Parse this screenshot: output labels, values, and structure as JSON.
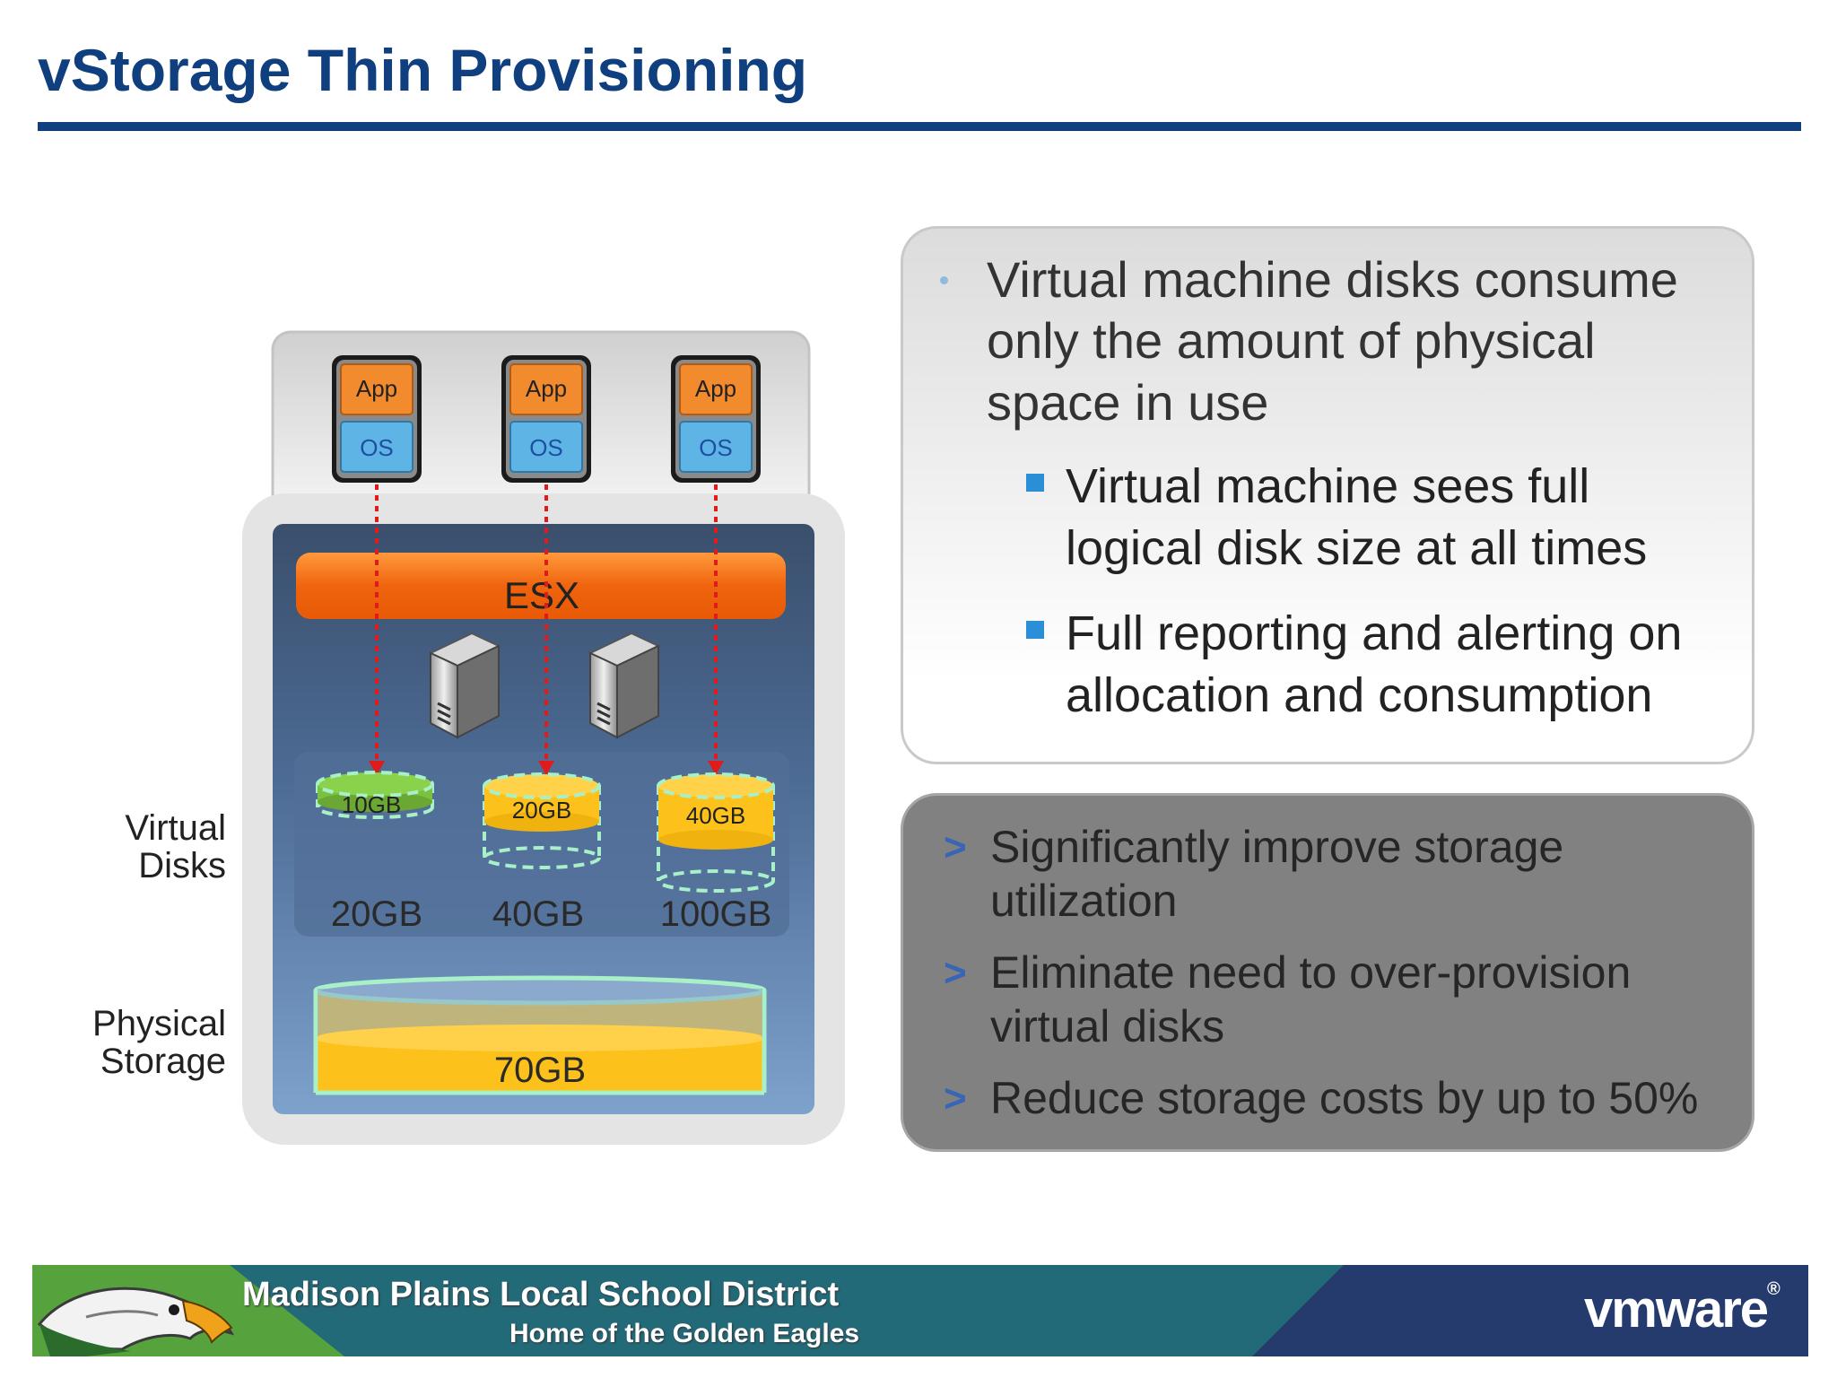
{
  "title": "vStorage Thin Provisioning",
  "diagram": {
    "vms": [
      {
        "app": "App",
        "os": "OS"
      },
      {
        "app": "App",
        "os": "OS"
      },
      {
        "app": "App",
        "os": "OS"
      }
    ],
    "esx_label": "ESX",
    "virtual_disks": [
      {
        "used": "10GB",
        "provisioned": "20GB"
      },
      {
        "used": "20GB",
        "provisioned": "40GB"
      },
      {
        "used": "40GB",
        "provisioned": "100GB"
      }
    ],
    "physical_storage_value": "70GB",
    "label_virtual_disks": [
      "Virtual",
      "Disks"
    ],
    "label_physical_storage": [
      "Physical",
      "Storage"
    ]
  },
  "benefits_panel": {
    "main_bullet": "Virtual machine disks consume only the amount of physical space in use",
    "sub_bullets": [
      "Virtual machine sees full logical disk size at all times",
      "Full reporting and alerting on allocation and consumption"
    ]
  },
  "outcomes_panel": {
    "items": [
      "Significantly improve storage utilization",
      "Eliminate need to over-provision virtual disks",
      "Reduce storage costs by up to 50%"
    ]
  },
  "footer": {
    "district": "Madison  Plains Local School District",
    "tagline": "Home of the Golden Eagles",
    "logo_text": "vmware",
    "logo_mark": "®"
  },
  "colors": {
    "title_blue": "#0f3f7e",
    "esx_orange": "#f06a12",
    "app_orange": "#f28a2e",
    "os_blue": "#5fb4e6",
    "disk_green": "#7ac141",
    "disk_yellow": "#fdc11b",
    "dashed_outline": "#a8f0c8",
    "dark_panel": "#818181",
    "footer_green": "#56a33e",
    "footer_teal": "#236a79",
    "footer_navy": "#253b6e"
  }
}
